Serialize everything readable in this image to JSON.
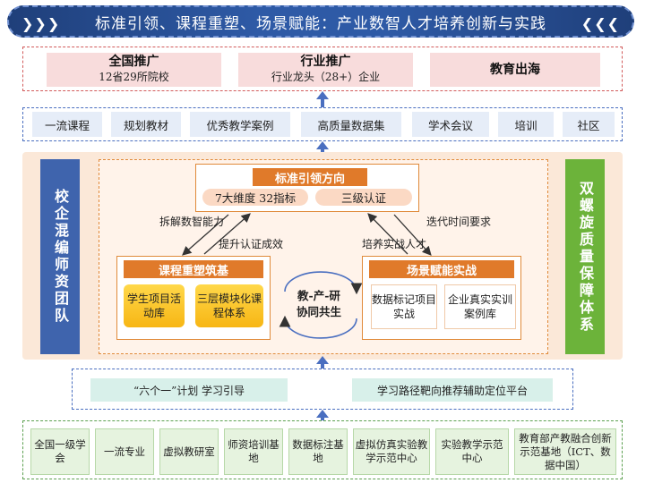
{
  "title": "标准引领、课程重塑、场景赋能：产业数智人才培养创新与实践",
  "promotion": [
    {
      "title": "全国推广",
      "sub": "12省29所院校"
    },
    {
      "title": "行业推广",
      "sub": "行业龙头（28+）企业"
    },
    {
      "title": "教育出海",
      "sub": ""
    }
  ],
  "outputs": [
    "一流课程",
    "规划教材",
    "优秀教学案例",
    "高质量数据集",
    "学术会议",
    "培训",
    "社区"
  ],
  "left_pillar": "校企混编师资团队",
  "right_pillar": "双螺旋质量保障体系",
  "standard": {
    "title": "标准引领方向",
    "items": [
      "7大维度 32指标",
      "三级认证"
    ]
  },
  "course": {
    "title": "课程重塑筑基",
    "items": [
      "学生项目活动库",
      "三层模块化课程体系"
    ]
  },
  "scene": {
    "title": "场景赋能实战",
    "items": [
      "数据标记项目实战",
      "企业真实实训案例库"
    ]
  },
  "center": [
    "教-产-研",
    "协同共生"
  ],
  "arrow_labels": {
    "decompose": "拆解数智能力",
    "improve": "提升认证成效",
    "iterate": "迭代时间要求",
    "cultivate": "培养实战人才"
  },
  "platforms": [
    "“六个一”计划 学习引导",
    "学习路径靶向推荐辅助定位平台"
  ],
  "bases": [
    "全国一级学会",
    "一流专业",
    "虚拟教研室",
    "师资培训基地",
    "数据标注基地",
    "虚拟仿真实验教学示范中心",
    "实验教学示范中心",
    "教育部产教融合创新示范基地（ICT、数据中国）"
  ],
  "colors": {
    "navy": "#2e5aa6",
    "orange": "#e07a2a",
    "green": "#6cb33a",
    "red_dash": "#d25a5a"
  }
}
